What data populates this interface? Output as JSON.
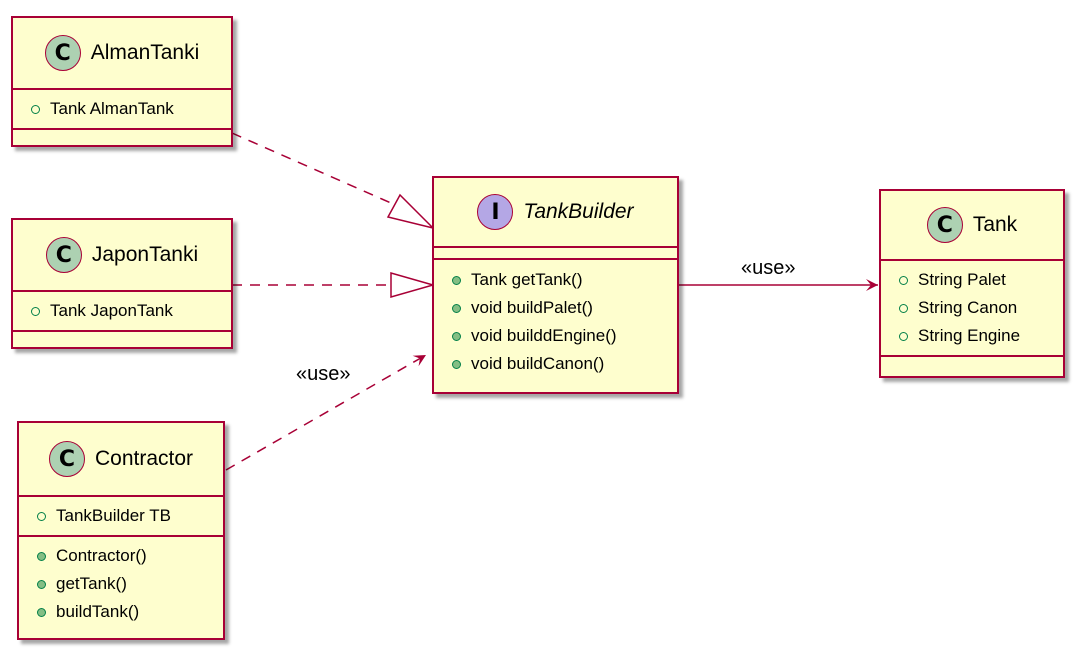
{
  "colors": {
    "class_fill": "#FEFECE",
    "border": "#A80036",
    "class_badge": "#ADD1B2",
    "interface_badge": "#B4A7E5",
    "visibility_green": "#038048",
    "method_fill": "#84BE84"
  },
  "classes": {
    "alman": {
      "badge": "C",
      "name": "AlmanTanki",
      "fields": [
        "Tank AlmanTank"
      ],
      "methods": []
    },
    "japon": {
      "badge": "C",
      "name": "JaponTanki",
      "fields": [
        "Tank JaponTank"
      ],
      "methods": []
    },
    "contractor": {
      "badge": "C",
      "name": "Contractor",
      "fields": [
        "TankBuilder TB"
      ],
      "methods": [
        "Contractor()",
        "getTank()",
        "buildTank()"
      ]
    },
    "tankbuilder": {
      "badge": "I",
      "name": "TankBuilder",
      "fields": [],
      "methods": [
        "Tank getTank()",
        "void buildPalet()",
        "void builddEngine()",
        "void buildCanon()"
      ]
    },
    "tank": {
      "badge": "C",
      "name": "Tank",
      "fields": [
        "String Palet",
        "String Canon",
        "String Engine"
      ],
      "methods": []
    }
  },
  "relations": {
    "use_label_1": "«use»",
    "use_label_2": "«use»"
  }
}
